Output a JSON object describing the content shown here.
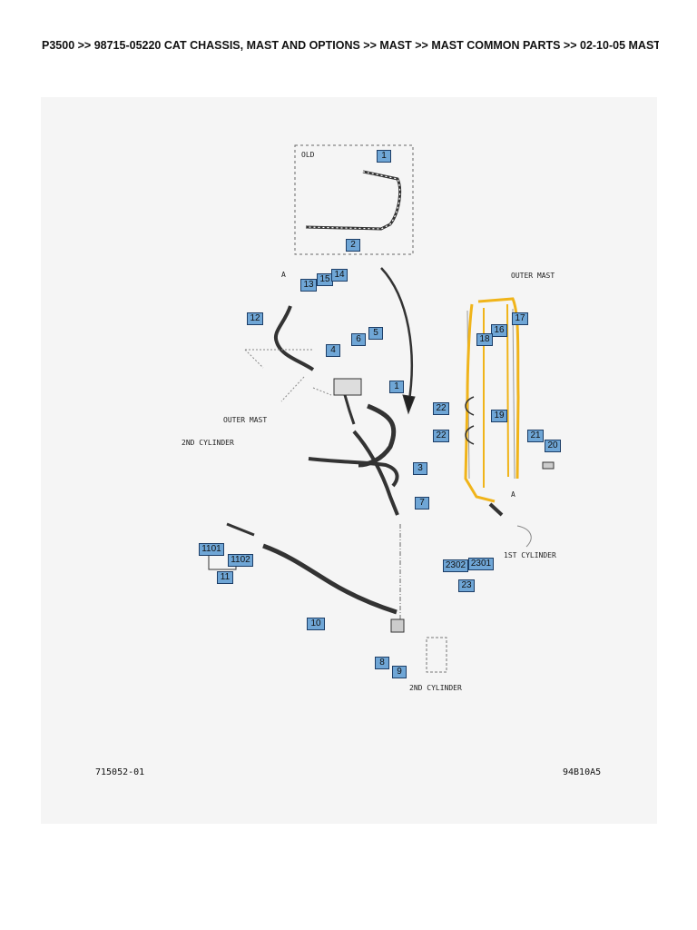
{
  "breadcrumb": "P3500 >> 98715-05220 CAT CHASSIS, MAST AND OPTIONS >> MAST >> MAST COMMON PARTS >> 02-10-05 MAST",
  "diagram": {
    "highlight_color": "#f0b41a",
    "callout_color": "#6fa6d6",
    "labels": {
      "old": "OLD",
      "outer_mast_top": "OUTER MAST",
      "outer_mast_left": "OUTER MAST",
      "second_cylinder_left": "2ND CYLINDER",
      "first_cylinder": "1ST CYLINDER",
      "second_cylinder_bottom": "2ND CYLINDER",
      "view_a_left": "A",
      "view_a_right": "A"
    },
    "callouts": {
      "c1_top": "1",
      "c2": "2",
      "c15": "15",
      "c14": "14",
      "c13": "13",
      "c12": "12",
      "c5": "5",
      "c6": "6",
      "c4": "4",
      "c1": "1",
      "c3": "3",
      "c7": "7",
      "c16": "16",
      "c17": "17",
      "c18": "18",
      "c22a": "22",
      "c22b": "22",
      "c19": "19",
      "c21": "21",
      "c20": "20",
      "c1101": "1101",
      "c1102": "1102",
      "c11": "11",
      "c2302": "2302",
      "c2301": "2301",
      "c23": "23",
      "c10": "10",
      "c8": "8",
      "c9": "9"
    },
    "ref_left": "715052-01",
    "ref_right": "94B10A5"
  }
}
